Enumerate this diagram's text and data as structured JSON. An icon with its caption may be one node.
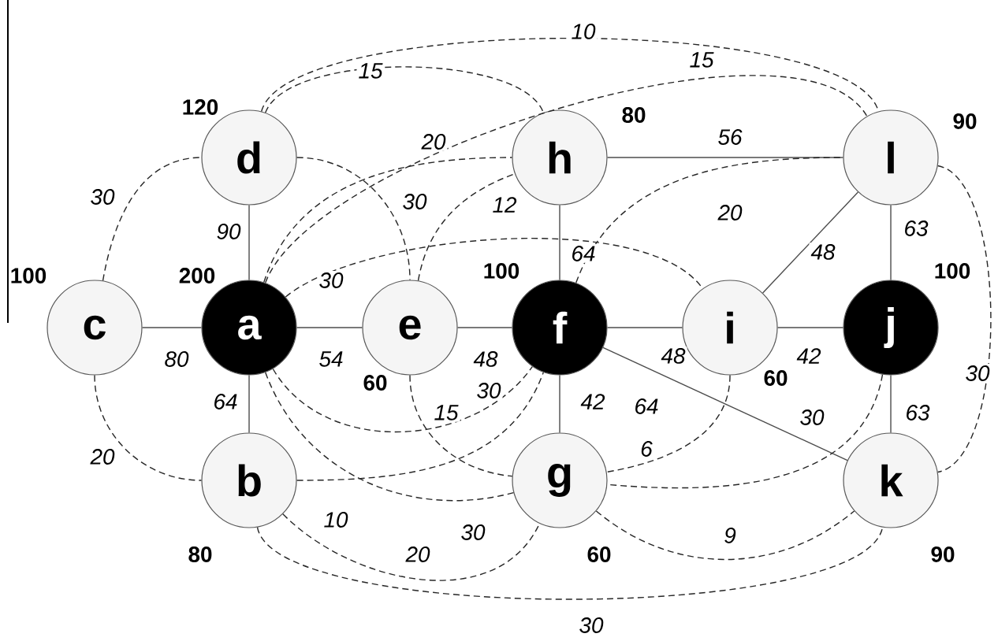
{
  "diagram": {
    "nodes": [
      {
        "text": [
          "d"
        ],
        "beside": [
          "120"
        ]
      },
      {
        "text": [
          "h"
        ],
        "beside": [
          "80"
        ]
      },
      {
        "text": [
          "l"
        ],
        "beside": [
          "90"
        ]
      },
      {
        "text": [
          "c"
        ],
        "beside": [
          "100"
        ]
      },
      {
        "text": [
          "a"
        ],
        "beside": [
          "200"
        ]
      },
      {
        "text": [
          "e"
        ],
        "beside": [
          "60"
        ]
      },
      {
        "text": [
          "f"
        ],
        "beside": [
          "100"
        ]
      },
      {
        "text": [
          "i"
        ],
        "beside": [
          "60"
        ]
      },
      {
        "text": [
          "j"
        ],
        "beside": [
          "100"
        ]
      },
      {
        "text": [
          "b"
        ],
        "beside": [
          "80"
        ]
      },
      {
        "text": [
          "g"
        ],
        "beside": [
          "60"
        ]
      },
      {
        "text": [
          "k"
        ],
        "beside": [
          "90"
        ]
      }
    ],
    "edges": [
      {
        "from": 3,
        "to": 4,
        "arrow": "none",
        "label": "80"
      },
      {
        "from": 4,
        "to": 5,
        "arrow": "none",
        "label": "54"
      },
      {
        "from": 5,
        "to": 6,
        "arrow": "none",
        "label": "48"
      },
      {
        "from": 6,
        "to": 7,
        "arrow": "none",
        "label": "48"
      },
      {
        "from": 7,
        "to": 8,
        "arrow": "none",
        "label": "42"
      },
      {
        "from": 0,
        "to": 4,
        "arrow": "none",
        "label": "90"
      },
      {
        "from": 4,
        "to": 9,
        "arrow": "none",
        "label": "64"
      },
      {
        "from": 1,
        "to": 6,
        "arrow": "none",
        "label": "64"
      },
      {
        "from": 1,
        "to": 2,
        "arrow": "none",
        "label": "56"
      },
      {
        "from": 2,
        "to": 7,
        "arrow": "none",
        "label": "48"
      },
      {
        "from": 2,
        "to": 8,
        "arrow": "none",
        "label": "63"
      },
      {
        "from": 6,
        "to": 10,
        "arrow": "none",
        "label": "42"
      },
      {
        "from": 6,
        "to": 11,
        "arrow": "none",
        "label": "64"
      },
      {
        "from": 8,
        "to": 11,
        "arrow": "none",
        "label": "63"
      },
      {
        "from": 3,
        "to": 0,
        "arrow": "none",
        "label": "30",
        "style": "dashed"
      },
      {
        "from": 0,
        "to": 1,
        "arrow": "none",
        "label": "15",
        "style": "dashed"
      },
      {
        "from": 0,
        "to": 2,
        "arrow": "none",
        "label": "10",
        "style": "dashed"
      },
      {
        "from": 4,
        "to": 2,
        "arrow": "none",
        "label": "15",
        "style": "dashed"
      },
      {
        "from": 4,
        "to": 1,
        "arrow": "none",
        "label": "20",
        "style": "dashed"
      },
      {
        "from": 0,
        "to": 5,
        "arrow": "none",
        "label": "30",
        "style": "dashed"
      },
      {
        "from": 5,
        "to": 1,
        "arrow": "none",
        "label": "12",
        "style": "dashed"
      },
      {
        "from": 4,
        "to": 7,
        "arrow": "none",
        "label": "30",
        "style": "dashed"
      },
      {
        "from": 6,
        "to": 2,
        "arrow": "none",
        "label": "20",
        "style": "dashed"
      },
      {
        "from": 3,
        "to": 9,
        "arrow": "none",
        "label": "20",
        "style": "dashed"
      },
      {
        "from": 5,
        "to": 10,
        "arrow": "none",
        "label": "15",
        "style": "dashed"
      },
      {
        "from": 4,
        "to": 6,
        "arrow": "none",
        "label": "30",
        "style": "dashed"
      },
      {
        "from": 4,
        "to": 10,
        "arrow": "none",
        "label": "30",
        "style": "dashed"
      },
      {
        "from": 9,
        "to": 6,
        "arrow": "none",
        "label": "10",
        "style": "dashed"
      },
      {
        "from": 9,
        "to": 10,
        "arrow": "none",
        "label": "20",
        "style": "dashed"
      },
      {
        "from": 9,
        "to": 11,
        "arrow": "none",
        "label": "30",
        "style": "dashed"
      },
      {
        "from": 7,
        "to": 10,
        "arrow": "none",
        "label": "6",
        "style": "dashed"
      },
      {
        "from": 8,
        "to": 10,
        "arrow": "none",
        "label": "30",
        "style": "dashed"
      },
      {
        "from": 10,
        "to": 11,
        "arrow": "none",
        "label": "9",
        "style": "dashed"
      },
      {
        "from": 2,
        "to": 11,
        "arrow": "none",
        "label": "30",
        "style": "dashed"
      }
    ]
  }
}
